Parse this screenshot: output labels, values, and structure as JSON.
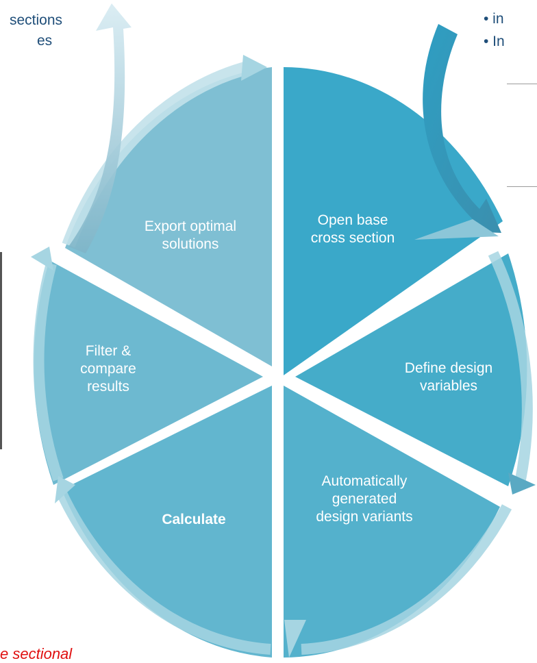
{
  "top_left_text": {
    "line1": "sections",
    "line2": "es"
  },
  "top_right_text": {
    "bullet1": "• in",
    "bullet2": "• In"
  },
  "segments": [
    {
      "key": "open",
      "label": "Open base\ncross section",
      "color": "#3aa8c9"
    },
    {
      "key": "define",
      "label": "Define design\nvariables",
      "color": "#45acc9"
    },
    {
      "key": "generated",
      "label": "Automatically\ngenerated\ndesign variants",
      "color": "#54b1cc"
    },
    {
      "key": "calculate",
      "label": "Calculate",
      "color": "#62b6cf"
    },
    {
      "key": "filter",
      "label": "Filter &\ncompare\nresults",
      "color": "#6db9d0"
    },
    {
      "key": "export",
      "label": "Export optimal\nsolutions",
      "color": "#7fbfd3"
    }
  ],
  "caption": "e sectional",
  "colors": {
    "arrow_dark": "#2f9ec2",
    "arrow_light": "#b5d8e3",
    "ring": "#a6d5e2"
  }
}
